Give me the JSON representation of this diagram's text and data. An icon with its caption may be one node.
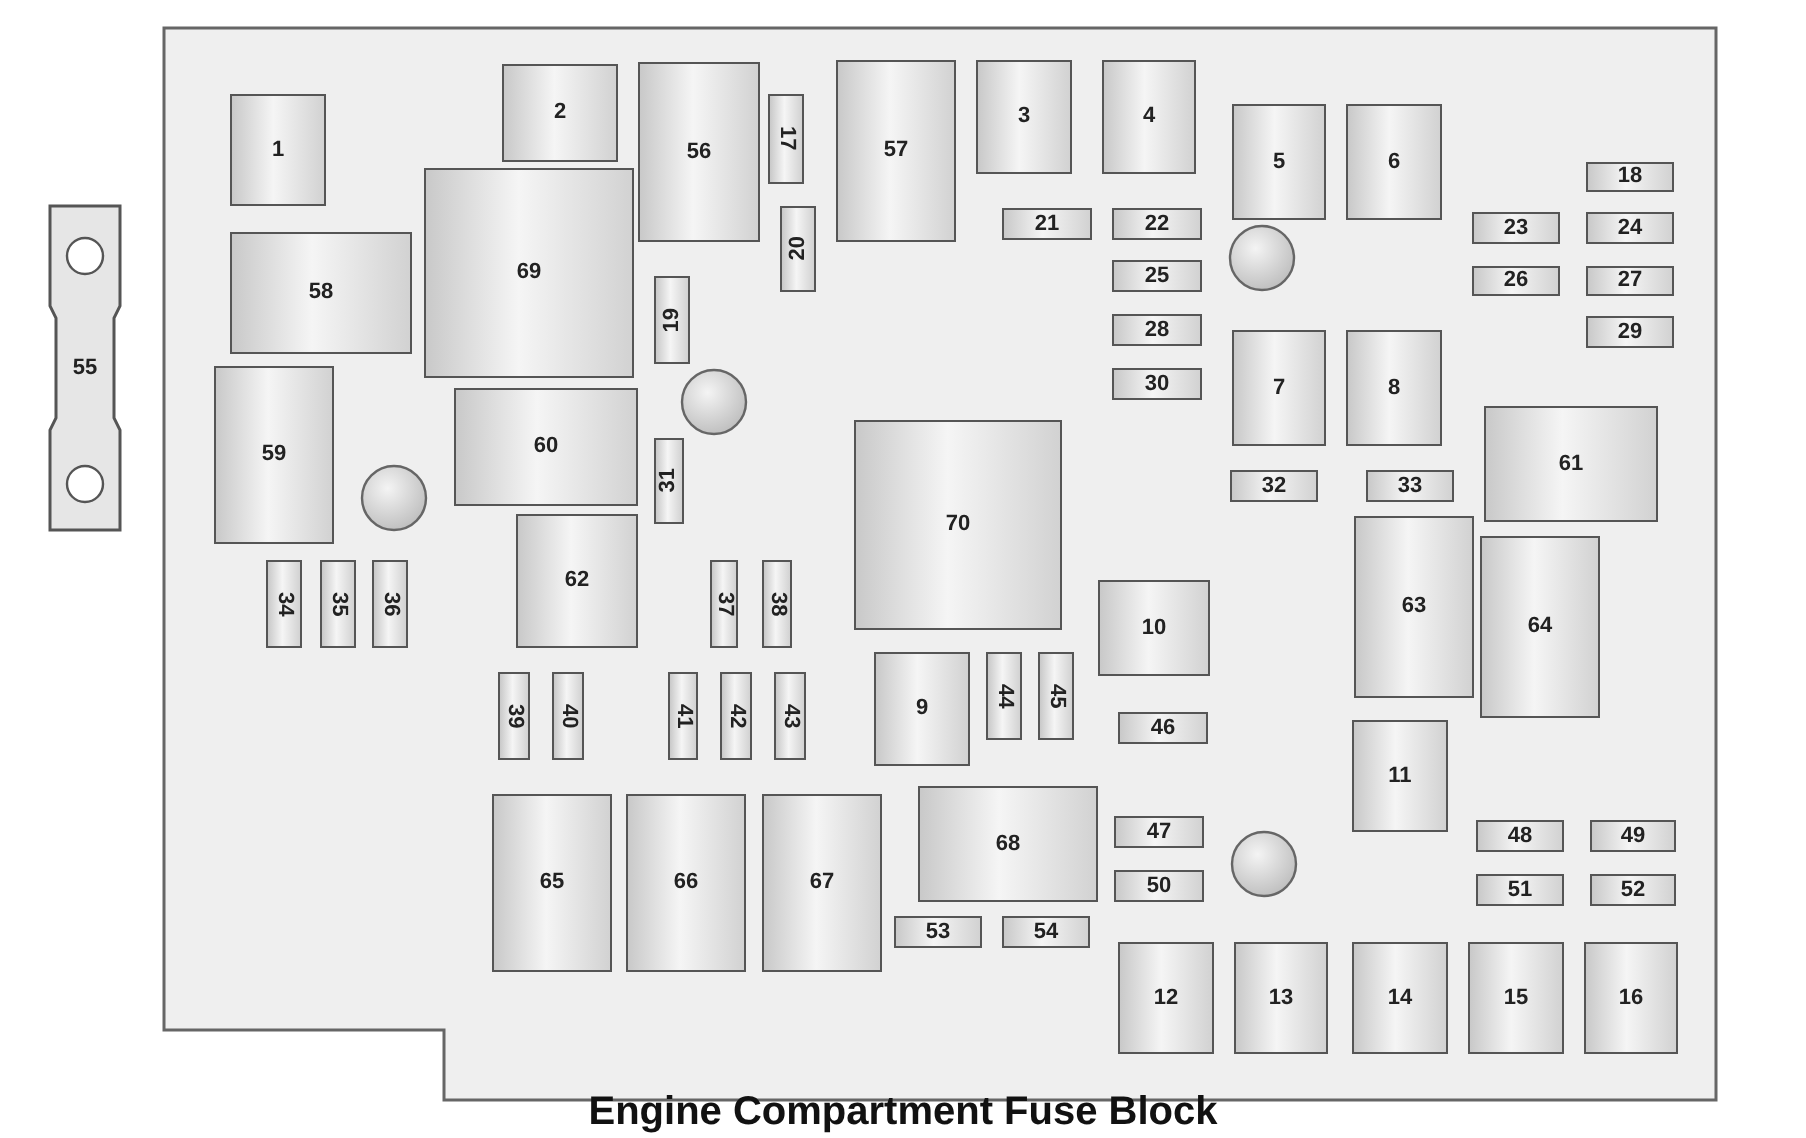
{
  "diagram": {
    "caption": "Engine Compartment Fuse Block",
    "nodes": [
      {
        "text": [
          "55"
        ]
      },
      {
        "text": [],
        "shape": "box"
      },
      {
        "text": [
          "2"
        ],
        "in": 1
      },
      {
        "text": [
          "56"
        ],
        "in": 1
      },
      {
        "text": [
          "57"
        ],
        "in": 1
      },
      {
        "text": [
          "3"
        ],
        "in": 1
      },
      {
        "text": [
          "4"
        ],
        "in": 1
      },
      {
        "text": [
          "1"
        ],
        "in": 1
      },
      {
        "text": [
          "17"
        ],
        "in": 1
      },
      {
        "text": [
          "5"
        ],
        "in": 1
      },
      {
        "text": [
          "6"
        ],
        "in": 1
      },
      {
        "text": [
          "18"
        ],
        "in": 1
      },
      {
        "text": [
          "69"
        ],
        "in": 1
      },
      {
        "text": [
          "20"
        ],
        "in": 1
      },
      {
        "text": [
          "21"
        ],
        "in": 1
      },
      {
        "text": [
          "22"
        ],
        "in": 1
      },
      {
        "text": [
          "23"
        ],
        "in": 1
      },
      {
        "text": [
          "24"
        ],
        "in": 1
      },
      {
        "text": [
          "58"
        ],
        "in": 1
      },
      {
        "text": [
          "25"
        ],
        "in": 1
      },
      {
        "text": [
          "26"
        ],
        "in": 1
      },
      {
        "text": [
          "27"
        ],
        "in": 1
      },
      {
        "text": [
          "19"
        ],
        "in": 1
      },
      {
        "text": [
          "28"
        ],
        "in": 1
      },
      {
        "text": [
          "29"
        ],
        "in": 1
      },
      {
        "text": [
          "7"
        ],
        "in": 1
      },
      {
        "text": [
          "8"
        ],
        "in": 1
      },
      {
        "text": [
          "59"
        ],
        "in": 1
      },
      {
        "text": [
          "30"
        ],
        "in": 1
      },
      {
        "text": [
          "60"
        ],
        "in": 1
      },
      {
        "text": [
          "61"
        ],
        "in": 1
      },
      {
        "text": [
          "70"
        ],
        "in": 1
      },
      {
        "text": [
          "31"
        ],
        "in": 1
      },
      {
        "text": [
          "32"
        ],
        "in": 1
      },
      {
        "text": [
          "33"
        ],
        "in": 1
      },
      {
        "text": [
          "62"
        ],
        "in": 1
      },
      {
        "text": [
          "63"
        ],
        "in": 1
      },
      {
        "text": [
          "64"
        ],
        "in": 1
      },
      {
        "text": [
          "34"
        ],
        "in": 1
      },
      {
        "text": [
          "35"
        ],
        "in": 1
      },
      {
        "text": [
          "36"
        ],
        "in": 1
      },
      {
        "text": [
          "37"
        ],
        "in": 1
      },
      {
        "text": [
          "38"
        ],
        "in": 1
      },
      {
        "text": [
          "10"
        ],
        "in": 1
      },
      {
        "text": [
          "9"
        ],
        "in": 1
      },
      {
        "text": [
          "44"
        ],
        "in": 1
      },
      {
        "text": [
          "45"
        ],
        "in": 1
      },
      {
        "text": [
          "39"
        ],
        "in": 1
      },
      {
        "text": [
          "40"
        ],
        "in": 1
      },
      {
        "text": [
          "41"
        ],
        "in": 1
      },
      {
        "text": [
          "42"
        ],
        "in": 1
      },
      {
        "text": [
          "43"
        ],
        "in": 1
      },
      {
        "text": [
          "46"
        ],
        "in": 1
      },
      {
        "text": [
          "11"
        ],
        "in": 1
      },
      {
        "text": [
          "68"
        ],
        "in": 1
      },
      {
        "text": [
          "65"
        ],
        "in": 1
      },
      {
        "text": [
          "66"
        ],
        "in": 1
      },
      {
        "text": [
          "67"
        ],
        "in": 1
      },
      {
        "text": [
          "47"
        ],
        "in": 1
      },
      {
        "text": [
          "48"
        ],
        "in": 1
      },
      {
        "text": [
          "49"
        ],
        "in": 1
      },
      {
        "text": [
          "50"
        ],
        "in": 1
      },
      {
        "text": [
          "51"
        ],
        "in": 1
      },
      {
        "text": [
          "52"
        ],
        "in": 1
      },
      {
        "text": [
          "53"
        ],
        "in": 1
      },
      {
        "text": [
          "54"
        ],
        "in": 1
      },
      {
        "text": [
          "12"
        ],
        "in": 1
      },
      {
        "text": [
          "13"
        ],
        "in": 1
      },
      {
        "text": [
          "14"
        ],
        "in": 1
      },
      {
        "text": [
          "15"
        ],
        "in": 1
      },
      {
        "text": [
          "16"
        ],
        "in": 1
      }
    ]
  }
}
